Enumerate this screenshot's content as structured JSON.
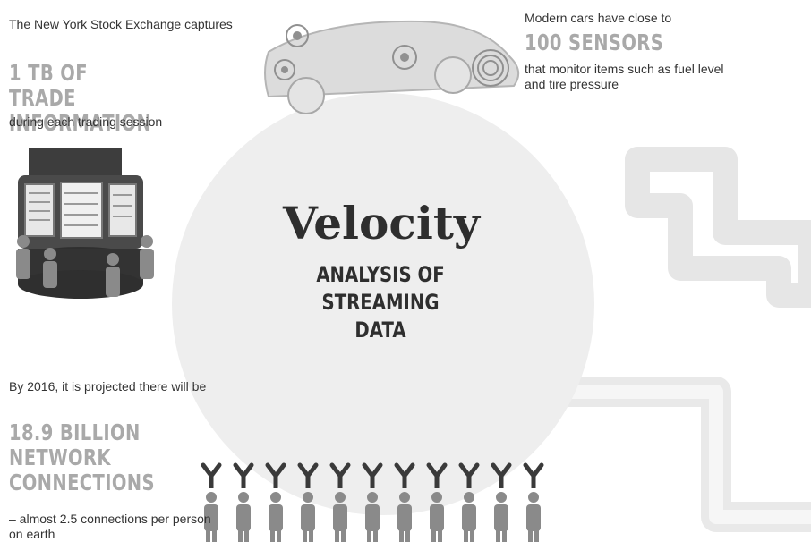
{
  "hub": {
    "title": "Velocity",
    "subtitle": "ANALYSIS OF STREAMING DATA"
  },
  "nyse": {
    "intro": "The New York Stock Exchange captures",
    "stat": "1 TB OF TRADE INFORMATION",
    "outro": "during each trading session",
    "icon": "stock-exchange-building-icon"
  },
  "cars": {
    "intro": "Modern cars have close to",
    "stat": "100 SENSORS",
    "outro": "that monitor items such as fuel level and tire pressure",
    "icon": "car-sensors-icon"
  },
  "network": {
    "intro": "By 2016, it is projected there will be",
    "stat": "18.9 BILLION NETWORK CONNECTIONS",
    "outro": "– almost 2.5 connections per person on earth",
    "icon": "connected-people-icon",
    "people_count": 11
  },
  "colors": {
    "hub_circle": "#eeeeee",
    "connector": "#e7e7e7",
    "stat_text": "#a9a9a9",
    "icon_dark": "#3c3c3c",
    "icon_mid": "#8a8a8a"
  }
}
